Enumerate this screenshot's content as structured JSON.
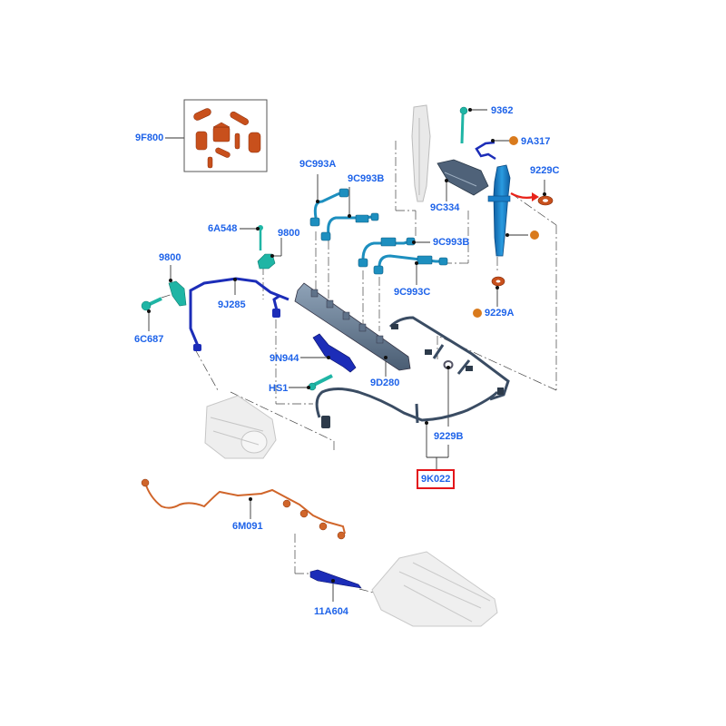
{
  "diagram": {
    "title": "Fuel injection system exploded parts diagram",
    "colors": {
      "label": "#1e63e9",
      "highlight_box": "#e3151a",
      "callout_marker": "#d97a1c",
      "seal_orange": "#c8501c",
      "injector_blue": "#1a7fc8",
      "fuel_line_teal": "#1d8fbf",
      "hose_navy": "#1c2db8",
      "rail_grey": "#5f7289",
      "return_hose": "#3a4c63",
      "harness_orange": "#d0652a",
      "bracket_teal": "#1fb5a5",
      "ghost_grey": "#c9c9c9"
    },
    "parts": [
      {
        "id": "9F800",
        "desc": "seal kit"
      },
      {
        "id": "9C993A",
        "desc": "fuel injection line"
      },
      {
        "id": "9C993B",
        "desc": "fuel injection line"
      },
      {
        "id": "9C993B",
        "desc": "fuel injection line"
      },
      {
        "id": "9C993C",
        "desc": "fuel injection line"
      },
      {
        "id": "9362",
        "desc": "bolt"
      },
      {
        "id": "9A317",
        "desc": "fuel return line"
      },
      {
        "id": "9229C",
        "desc": "injector seal"
      },
      {
        "id": "9C334",
        "desc": "injector clamp"
      },
      {
        "id": "9229A",
        "desc": "injector washer"
      },
      {
        "id": "6A548",
        "desc": "bolt"
      },
      {
        "id": "9800",
        "desc": "bracket"
      },
      {
        "id": "9800",
        "desc": "bracket"
      },
      {
        "id": "9J285",
        "desc": "fuel supply line"
      },
      {
        "id": "6C687",
        "desc": "bolt"
      },
      {
        "id": "9N944",
        "desc": "fuel rail bracket"
      },
      {
        "id": "HS1",
        "desc": "bolt"
      },
      {
        "id": "9D280",
        "desc": "fuel rail"
      },
      {
        "id": "9229B",
        "desc": "seal"
      },
      {
        "id": "9K022",
        "desc": "fuel return hose",
        "highlighted": true
      },
      {
        "id": "6M091",
        "desc": "glow plug wiring harness"
      },
      {
        "id": "11A604",
        "desc": "glow plug"
      }
    ]
  }
}
